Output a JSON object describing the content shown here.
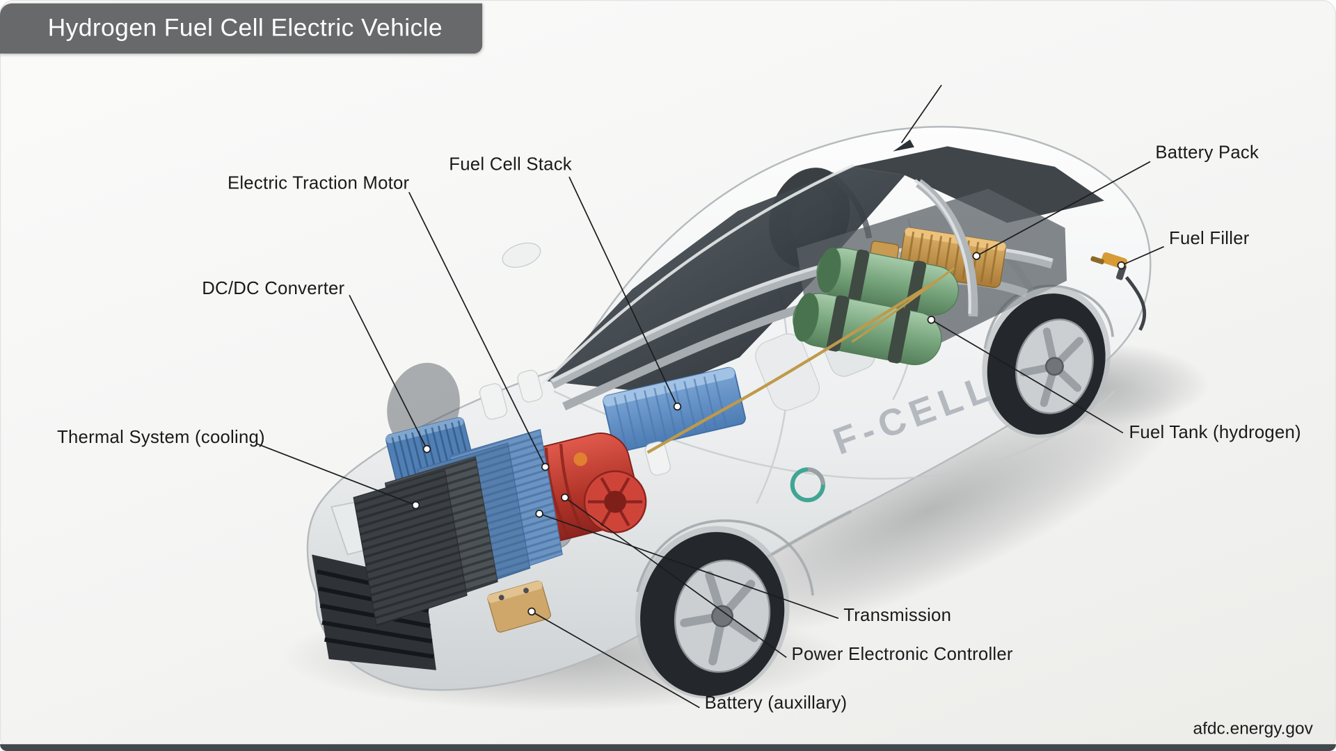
{
  "page": {
    "title": "Hydrogen Fuel Cell Electric Vehicle",
    "source": "afdc.energy.gov"
  },
  "diagram": {
    "type": "cutaway-vehicle-diagram",
    "vehicle": "Hydrogen Fuel Cell Electric Vehicle",
    "badge_text": "F-CELL",
    "labels": [
      {
        "id": "electric-traction-motor",
        "text": "Electric Traction Motor"
      },
      {
        "id": "fuel-cell-stack",
        "text": "Fuel Cell Stack"
      },
      {
        "id": "dc-dc-converter",
        "text": "DC/DC Converter"
      },
      {
        "id": "thermal-system-cooling",
        "text": "Thermal System (cooling)"
      },
      {
        "id": "battery-pack",
        "text": "Battery Pack"
      },
      {
        "id": "fuel-filler",
        "text": "Fuel Filler"
      },
      {
        "id": "fuel-tank-hydrogen",
        "text": "Fuel Tank (hydrogen)"
      },
      {
        "id": "transmission",
        "text": "Transmission"
      },
      {
        "id": "power-electronic-controller",
        "text": "Power Electronic Controller"
      },
      {
        "id": "battery-auxillary",
        "text": "Battery (auxillary)"
      }
    ],
    "colors": {
      "title_banner": "#68696b",
      "fuel_cell_stack": "#5c8fc7",
      "traction_motor": "#c9423a",
      "fuel_tanks": "#7fb284",
      "battery_pack": "#c8974f",
      "dc_dc_converter": "#4f7fb5",
      "thermal_system": "#3c4146",
      "auxiliary_battery": "#cfa76b"
    }
  }
}
